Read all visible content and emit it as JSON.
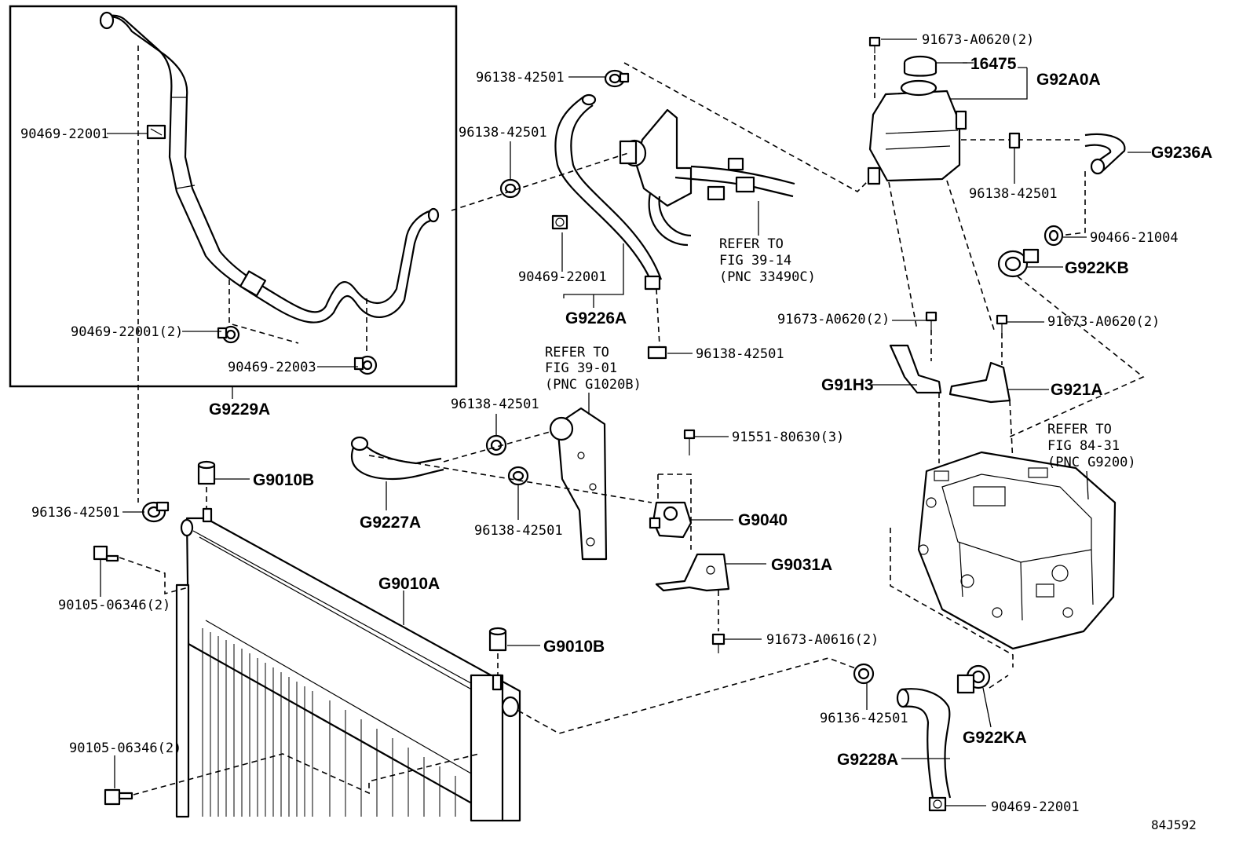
{
  "callouts": {
    "c_91673_top": "91673-A0620(2)",
    "c_16475": "16475",
    "c_g92a0a": "G92A0A",
    "c_96138_tl": "96138-42501",
    "c_96138_ml": "96138-42501",
    "c_90469_a": "90469-22001",
    "c_g9236a": "G9236A",
    "c_96138_tank": "96138-42501",
    "c_90466": "90466-21004",
    "c_g922kb": "G922KB",
    "c_90469_b": "90469-22001",
    "c_g9226a": "G9226A",
    "c_91673_l": "91673-A0620(2)",
    "c_91673_r": "91673-A0620(2)",
    "c_90469_c": "90469-22001(2)",
    "c_96138_mid": "96138-42501",
    "c_90469_d": "90469-22003",
    "c_g91h3": "G91H3",
    "c_g921a": "G921A",
    "c_g9229a": "G9229A",
    "c_96138_b1": "96138-42501",
    "c_91551": "91551-80630(3)",
    "c_g9010b_1": "G9010B",
    "c_96136_l": "96136-42501",
    "c_g9227a": "G9227A",
    "c_96138_b2": "96138-42501",
    "c_g9040": "G9040",
    "c_g9031a": "G9031A",
    "c_g9010a": "G9010A",
    "c_90105_1": "90105-06346(2)",
    "c_g9010b_2": "G9010B",
    "c_91673_bot": "91673-A0616(2)",
    "c_96136_r": "96136-42501",
    "c_g922ka": "G922KA",
    "c_90105_2": "90105-06346(2)",
    "c_g9228a": "G9228A",
    "c_90469_e": "90469-22001"
  },
  "refers": {
    "r1": [
      "REFER TO",
      "FIG 39-14",
      "(PNC 33490C)"
    ],
    "r2": [
      "REFER TO",
      "FIG 39-01",
      "(PNC G1020B)"
    ],
    "r3": [
      "REFER TO",
      "FIG 84-31",
      "(PNC G9200)"
    ]
  },
  "diagram_code": "84J592"
}
